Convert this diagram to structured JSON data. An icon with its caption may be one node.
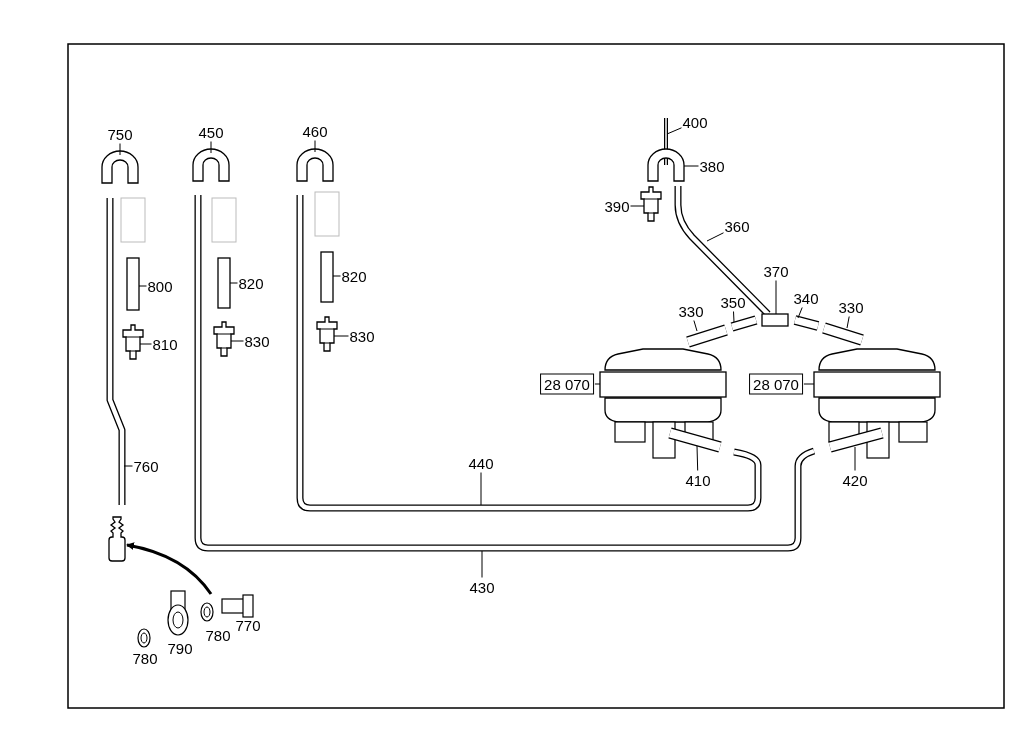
{
  "diagram": {
    "nodes": [
      {
        "text": [
          "750"
        ]
      },
      {
        "text": [
          "450"
        ]
      },
      {
        "text": [
          "460"
        ]
      },
      {
        "text": [
          "400"
        ]
      },
      {
        "text": [
          "380"
        ]
      },
      {
        "text": [
          "390"
        ]
      },
      {
        "text": [
          "360"
        ]
      },
      {
        "text": [
          "370"
        ]
      },
      {
        "text": [
          "330"
        ]
      },
      {
        "text": [
          "350"
        ]
      },
      {
        "text": [
          "340"
        ]
      },
      {
        "text": [
          "330"
        ]
      },
      {
        "text": [
          "28 070"
        ]
      },
      {
        "text": [
          "28 070"
        ]
      },
      {
        "text": [
          "800"
        ]
      },
      {
        "text": [
          "820"
        ]
      },
      {
        "text": [
          "820"
        ]
      },
      {
        "text": [
          "810"
        ]
      },
      {
        "text": [
          "830"
        ]
      },
      {
        "text": [
          "830"
        ]
      },
      {
        "text": [
          "760"
        ]
      },
      {
        "text": [
          "440"
        ]
      },
      {
        "text": [
          "410"
        ]
      },
      {
        "text": [
          "420"
        ]
      },
      {
        "text": [
          "430"
        ]
      },
      {
        "text": [],
        "shape": "box"
      },
      {
        "text": [],
        "shape": "picture"
      },
      {
        "text": [],
        "shape": "picture"
      },
      {
        "text": [],
        "shape": "picture"
      },
      {
        "text": [],
        "shape": "picture"
      },
      {
        "text": [],
        "shape": "picture"
      },
      {
        "text": [],
        "shape": "picture"
      },
      {
        "text": [],
        "shape": "box"
      }
    ],
    "edges": [
      {
        "from": 0,
        "to": null,
        "arrow": "none"
      },
      {
        "from": 1,
        "to": null,
        "arrow": "none"
      },
      {
        "from": 2,
        "to": null,
        "arrow": "none"
      },
      {
        "from": 3,
        "to": null,
        "arrow": "none"
      },
      {
        "from": 4,
        "to": null,
        "arrow": "none"
      },
      {
        "from": 5,
        "to": 31,
        "arrow": "none"
      },
      {
        "from": 6,
        "to": null,
        "arrow": "none"
      },
      {
        "from": 7,
        "to": 32,
        "arrow": "none"
      },
      {
        "from": 8,
        "to": null,
        "arrow": "none"
      },
      {
        "from": 9,
        "to": null,
        "arrow": "none"
      },
      {
        "from": 10,
        "to": null,
        "arrow": "none"
      },
      {
        "from": 11,
        "to": null,
        "arrow": "none"
      },
      {
        "from": 12,
        "to": 26,
        "arrow": "none"
      },
      {
        "from": 13,
        "to": 27,
        "arrow": "none"
      },
      {
        "from": 14,
        "to": null,
        "arrow": "none"
      },
      {
        "from": 15,
        "to": null,
        "arrow": "none"
      },
      {
        "from": 16,
        "to": null,
        "arrow": "none"
      },
      {
        "from": 17,
        "to": 28,
        "arrow": "none"
      },
      {
        "from": 18,
        "to": 29,
        "arrow": "none"
      },
      {
        "from": 19,
        "to": 30,
        "arrow": "none"
      },
      {
        "from": 20,
        "to": null,
        "arrow": "none"
      },
      {
        "from": 21,
        "to": null,
        "arrow": "none"
      },
      {
        "from": 22,
        "to": 26,
        "arrow": "none"
      },
      {
        "from": 23,
        "to": 27,
        "arrow": "none"
      },
      {
        "from": 24,
        "to": null,
        "arrow": "none"
      },
      {
        "from": null,
        "to": 25,
        "arrow": "to",
        "style": "thick"
      }
    ],
    "labels": [
      "780",
      "790",
      "780",
      "770"
    ]
  }
}
